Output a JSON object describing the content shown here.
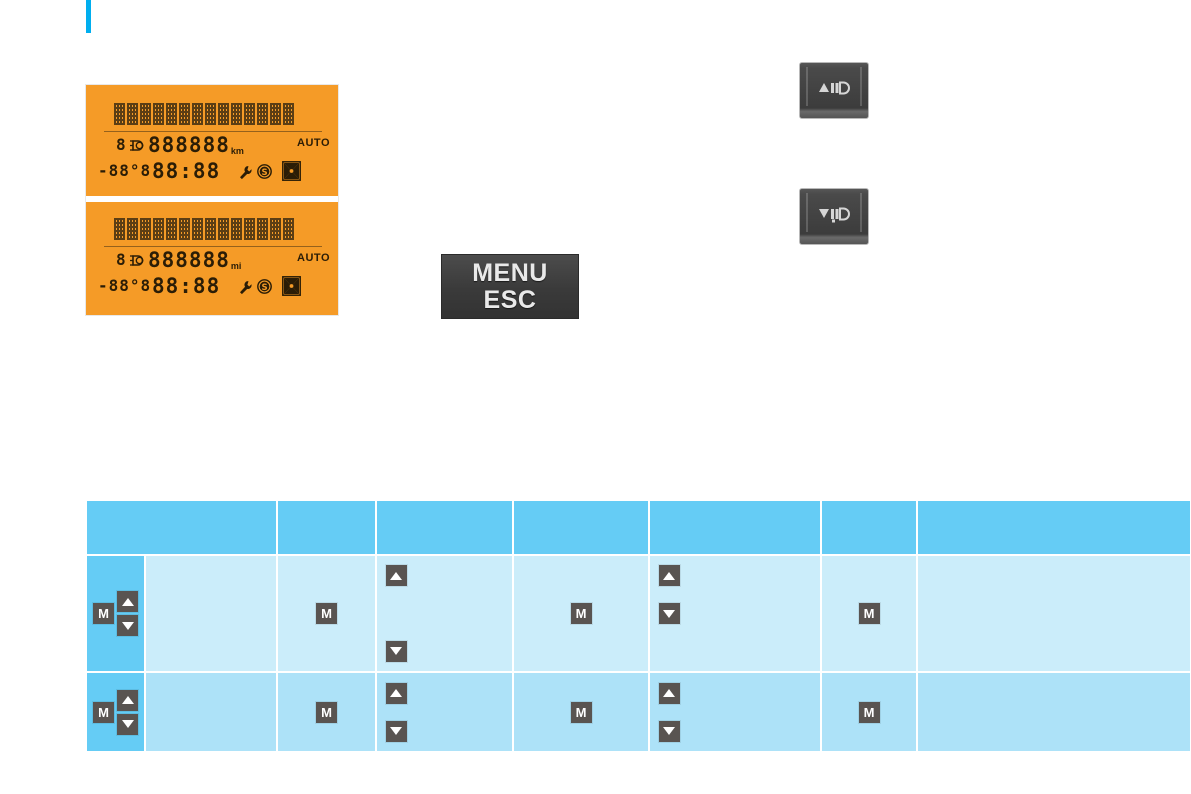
{
  "accent": {
    "color": "#00AEEF"
  },
  "lcd": {
    "background": "#F59B27",
    "segment_color": "#2B1D06",
    "panels": [
      {
        "id": "lcd-panel-metric",
        "matrix_segments": 14,
        "gear": "8",
        "odometer": "888888",
        "odometer_unit": "km",
        "auto_label": "AUTO",
        "temperature": "-88°8",
        "clock": "88:88",
        "icons": [
          "headlight-icon",
          "wrench-icon",
          "service-s-icon",
          "fan-icon"
        ]
      },
      {
        "id": "lcd-panel-imperial",
        "matrix_segments": 14,
        "gear": "8",
        "odometer": "888888",
        "odometer_unit": "mi",
        "auto_label": "AUTO",
        "temperature": "-88°8",
        "clock": "88:88",
        "icons": [
          "headlight-icon",
          "wrench-icon",
          "service-s-icon",
          "fan-icon"
        ]
      }
    ]
  },
  "menu_button": {
    "line1": "MENU",
    "line2": "ESC",
    "color": "#3A3A3A",
    "text_color": "#E9E9E9"
  },
  "light_buttons": [
    {
      "name": "high-beam-button",
      "icon": "high-beam-icon"
    },
    {
      "name": "low-beam-button",
      "icon": "low-beam-icon"
    }
  ],
  "table": {
    "header_color": "#65CCF5",
    "row_band_a_color": "#CBEDFA",
    "row_band_b_color": "#ADE2F8",
    "columns": [
      {
        "id": "col-1",
        "label": ""
      },
      {
        "id": "col-2",
        "label": ""
      },
      {
        "id": "col-3",
        "label": ""
      },
      {
        "id": "col-4",
        "label": ""
      },
      {
        "id": "col-5",
        "label": ""
      },
      {
        "id": "col-6",
        "label": ""
      },
      {
        "id": "col-7",
        "label": ""
      }
    ],
    "rows": [
      {
        "id": "row-1",
        "band": "a",
        "key_combo": {
          "m": "M",
          "up": "▲",
          "down": "▼"
        },
        "cells": [
          {
            "id": "r1c2",
            "text": ""
          },
          {
            "id": "r1c3",
            "key": "M"
          },
          {
            "id": "r1c4",
            "sub_rows": [
              {
                "arrow": "▲",
                "text": ""
              },
              {
                "arrow": "",
                "text": ""
              },
              {
                "arrow": "▼",
                "text": ""
              }
            ]
          },
          {
            "id": "r1c5",
            "key": "M"
          },
          {
            "id": "r1c6",
            "sub_rows": [
              {
                "arrow": "▲",
                "text": ""
              },
              {
                "arrow": "▼",
                "text": ""
              },
              {
                "arrow": "",
                "text": ""
              }
            ]
          },
          {
            "id": "r1c7",
            "key": "M"
          },
          {
            "id": "r1c8",
            "text": ""
          }
        ]
      },
      {
        "id": "row-2",
        "band": "b",
        "key_combo": {
          "m": "M",
          "up": "▲",
          "down": "▼"
        },
        "cells": [
          {
            "id": "r2c2",
            "text": ""
          },
          {
            "id": "r2c3",
            "key": "M"
          },
          {
            "id": "r2c4",
            "sub_rows": [
              {
                "arrow": "▲",
                "text": ""
              },
              {
                "arrow": "▼",
                "text": ""
              }
            ]
          },
          {
            "id": "r2c5",
            "key": "M"
          },
          {
            "id": "r2c6",
            "sub_rows": [
              {
                "arrow": "▲",
                "text": ""
              },
              {
                "arrow": "▼",
                "text": ""
              }
            ]
          },
          {
            "id": "r2c7",
            "key": "M"
          },
          {
            "id": "r2c8",
            "text": ""
          }
        ]
      }
    ]
  }
}
